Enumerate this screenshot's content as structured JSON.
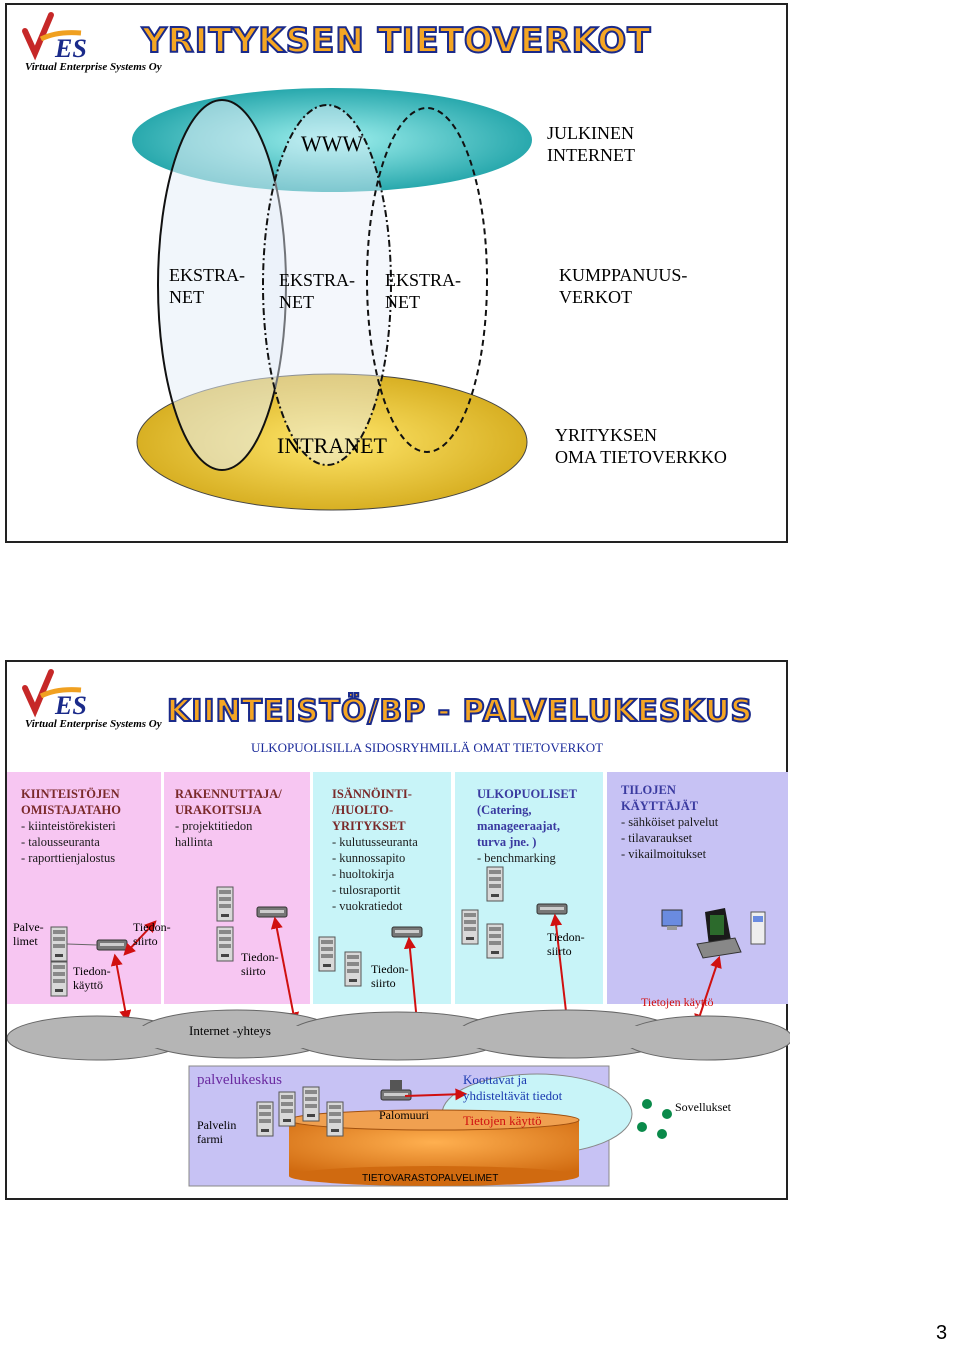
{
  "slide1": {
    "company": "Virtual Enterprise Systems Oy",
    "title": "YRITYKSEN TIETOVERKOT",
    "www": "WWW",
    "internet_line1": "JULKINEN",
    "internet_line2": "INTERNET",
    "extranet1_l1": "EKSTRA-",
    "extranet1_l2": "NET",
    "extranet2_l1": "EKSTRA-",
    "extranet2_l2": "NET",
    "extranet3_l1": "EKSTRA-",
    "extranet3_l2": "NET",
    "partner_l1": "KUMPPANUUS-",
    "partner_l2": "VERKOT",
    "intranet": "INTRANET",
    "own_l1": "YRITYKSEN",
    "own_l2": "OMA TIETOVERKKO"
  },
  "slide2": {
    "company": "Virtual Enterprise Systems Oy",
    "title": "KIINTEISTÖ/BP - PALVELUKESKUS",
    "subtitle": "ULKOPUOLISILLA SIDOSRYHMILLÄ OMAT TIETOVERKOT",
    "panels": [
      {
        "heading": [
          "KIINTEISTÖJEN",
          "OMISTAJATAHO"
        ],
        "lines": [
          "- kiinteistörekisteri",
          "- talousseuranta",
          "- raporttienjalostus"
        ]
      },
      {
        "heading": [
          "RAKENNUTTAJA/",
          "URAKOITSIJA"
        ],
        "lines": [
          "- projektitiedon",
          "hallinta"
        ]
      },
      {
        "heading": [
          "ISÄNNÖINTI-",
          "/HUOLTO-",
          "YRITYKSET"
        ],
        "lines": [
          "- kulutusseuranta",
          "- kunnossapito",
          "- huoltokirja",
          "- tulosraportit",
          "- vuokratiedot"
        ]
      },
      {
        "heading": [
          "ULKOPUOLISET",
          "(Catering,",
          "manageeraajat,",
          "turva jne. )"
        ],
        "lines": [
          "- benchmarking"
        ]
      },
      {
        "heading": [
          "TILOJEN",
          "KÄYTTÄJÄT"
        ],
        "lines": [
          "- sähköiset palvelut",
          "- tilavaraukset",
          "- vikailmoitukset"
        ]
      }
    ],
    "palvelimet_l1": "Palve-",
    "palvelimet_l2": "limet",
    "tiedonsiirto_l1": "Tiedon-",
    "tiedonsiirto_l2": "siirto",
    "tiedonkaytto_l1": "Tiedon-",
    "tiedonkaytto_l2": "käyttö",
    "tietojen_kaytto": "Tietojen käyttö",
    "internet_yhteys": "Internet -yhteys",
    "palvelukeskus": "palvelukeskus",
    "palvelin_l1": "Palvelin",
    "palvelin_l2": "farmi",
    "palomuuri": "Palomuuri",
    "koottavat_l1": "Koottavat ja",
    "koottavat_l2": "yhdisteltävät tiedot",
    "tietojen_kaytto2": "Tietojen käyttö",
    "sovellukset": "Sovellukset",
    "tietovarasto": "TIETOVARASTOPALVELIMET",
    "colors": {
      "pink": "#f7c6f2",
      "cyan": "#c8f4f8",
      "violet": "#c7c2f4",
      "cloud": "#b5b5b5",
      "db": "#e07a1a",
      "teal": "#1aa6a6",
      "gold": "#e8c02a"
    }
  },
  "page_number": "3"
}
